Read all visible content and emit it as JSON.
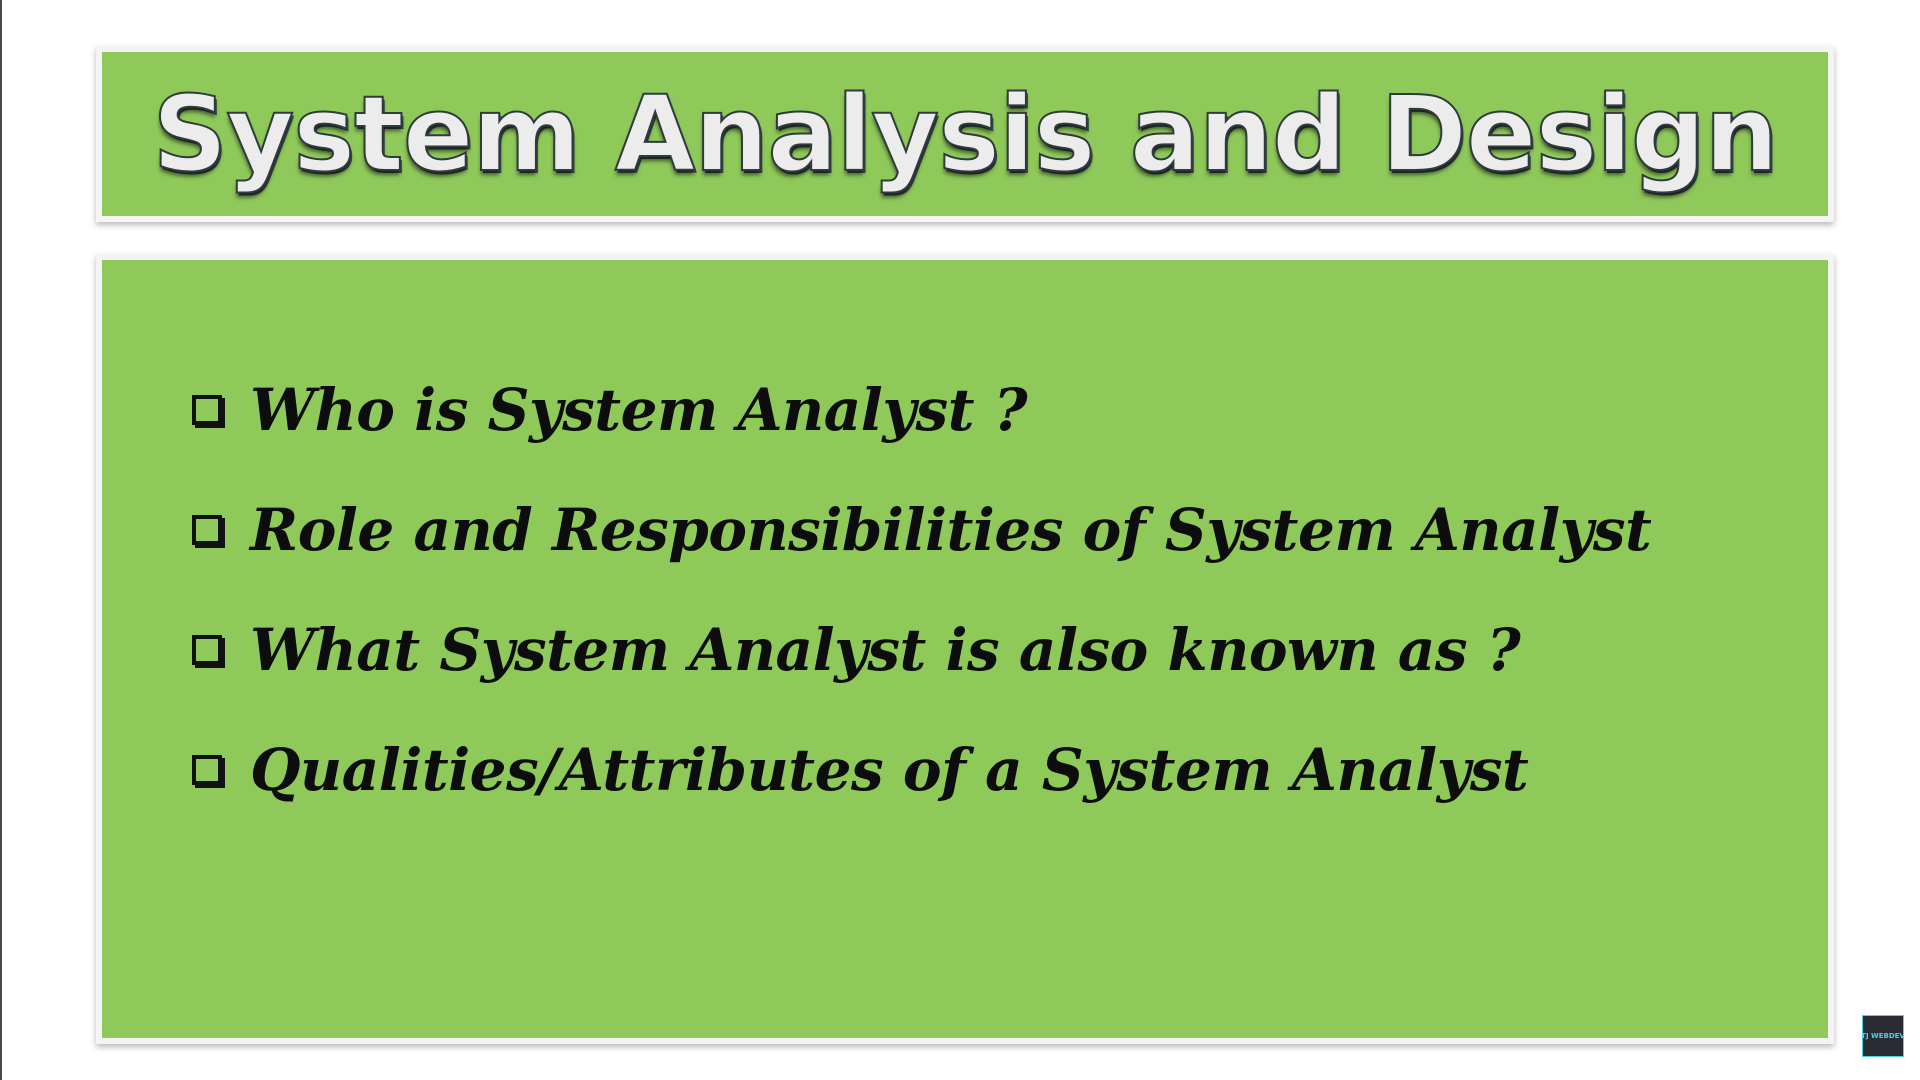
{
  "slide": {
    "title": "System Analysis and Design",
    "bullets": [
      {
        "text": "Who is System Analyst ?"
      },
      {
        "text": "Role and Responsibilities of System Analyst"
      },
      {
        "text": "What System Analyst is also known as ?"
      },
      {
        "text": "Qualities/Attributes of a System Analyst"
      }
    ],
    "bullet_icon": "hollow-square-icon"
  },
  "watermark": {
    "label": "TJ WEBDEV"
  },
  "colors": {
    "panel_green": "#8fc95a",
    "panel_border": "#f4f4f4",
    "title_fill": "#ececec",
    "bullet_text": "#0d0d0d",
    "background": "#ffffff"
  }
}
